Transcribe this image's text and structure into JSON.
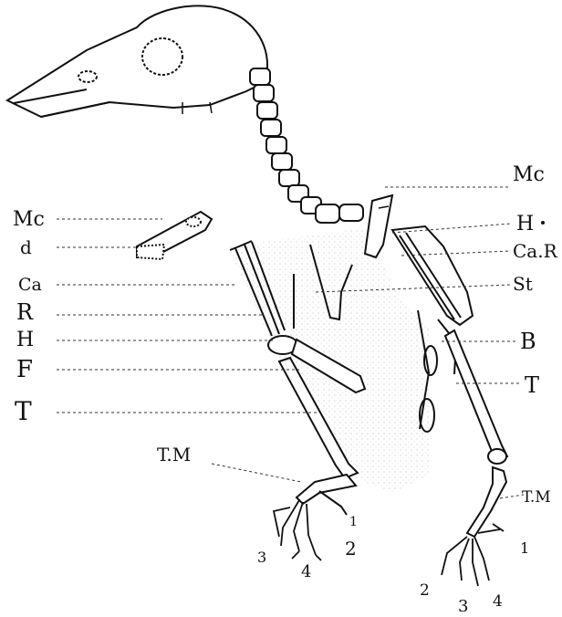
{
  "labels_left": {
    "mc": "Mc",
    "d": "d",
    "ca": "Ca",
    "r": "R",
    "h": "H",
    "f": "F",
    "t": "T",
    "tm": "T.M"
  },
  "labels_right": {
    "mc": "Mc",
    "h": "H",
    "car": "Ca.R",
    "st": "St",
    "b": "B",
    "t": "T",
    "tm": "T.M"
  },
  "toe_labels": {
    "left_1": "1",
    "left_2": "2",
    "left_3": "3",
    "left_4": "4",
    "right_1": "1",
    "right_2": "2",
    "right_3": "3",
    "right_4": "4"
  }
}
